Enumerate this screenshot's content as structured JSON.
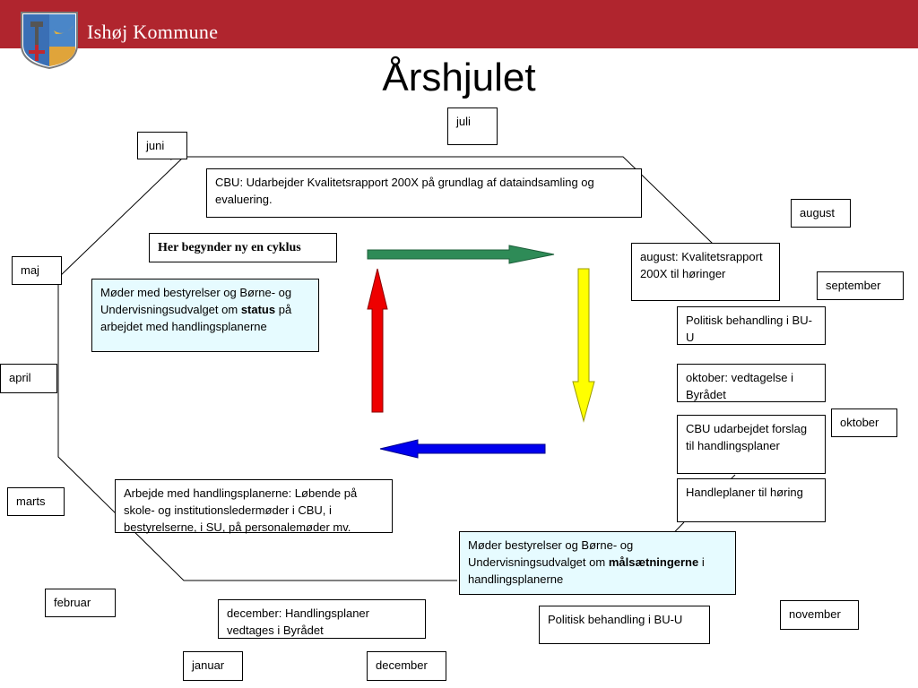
{
  "header": {
    "brand": "Ishøj Kommune",
    "bar_color": "#b0252e",
    "logo_icon": "ishoj-coat-of-arms-icon"
  },
  "title": "Årshjulet",
  "months": {
    "juli": "juli",
    "juni": "juni",
    "august": "august",
    "maj": "maj",
    "september": "september",
    "april": "april",
    "oktober": "oktober",
    "marts": "marts",
    "februar": "februar",
    "november": "november",
    "januar": "januar",
    "december": "december"
  },
  "boxes": {
    "cbu_rapport": "CBU: Udarbejder Kvalitetsrapport 200X på grundlag af dataindsamling og evaluering.",
    "cycle_start": "Her begynder ny en cyklus",
    "moder_status_pre": "Møder med bestyrelser og Børne- og Undervisningsudvalget om ",
    "moder_status_bold": "status",
    "moder_status_post": " på arbejdet med handlingsplanerne",
    "august_rapport": "august: Kvalitetsrapport 200X til høringer",
    "politisk_bu_u_top": "Politisk behandling i BU-U",
    "oktober_vedtagelse": "oktober: vedtagelse i Byrådet",
    "cbu_forslag": "CBU udarbejdet forslag til handlingsplaner",
    "handleplaner_horing": "Handleplaner til høring",
    "arbejde_handlingsplaner": "Arbejde med handlingsplanerne: Løbende på skole- og institutionsledermøder i CBU, i bestyrelserne, i SU, på personalemøder mv.",
    "moder_mal_pre": "Møder bestyrelser og Børne- og Undervisningsudvalget om ",
    "moder_mal_bold": "målsætningerne",
    "moder_mal_post": " i handlingsplanerne",
    "december_vedtages": "december: Handlingsplaner vedtages i Byrådet",
    "politisk_bu_u_bottom": "Politisk behandling i BU-U"
  },
  "arrow_colors": {
    "green": "#2e8b57",
    "yellow": "#ffff00",
    "blue": "#0000ee",
    "red": "#ee0000"
  }
}
